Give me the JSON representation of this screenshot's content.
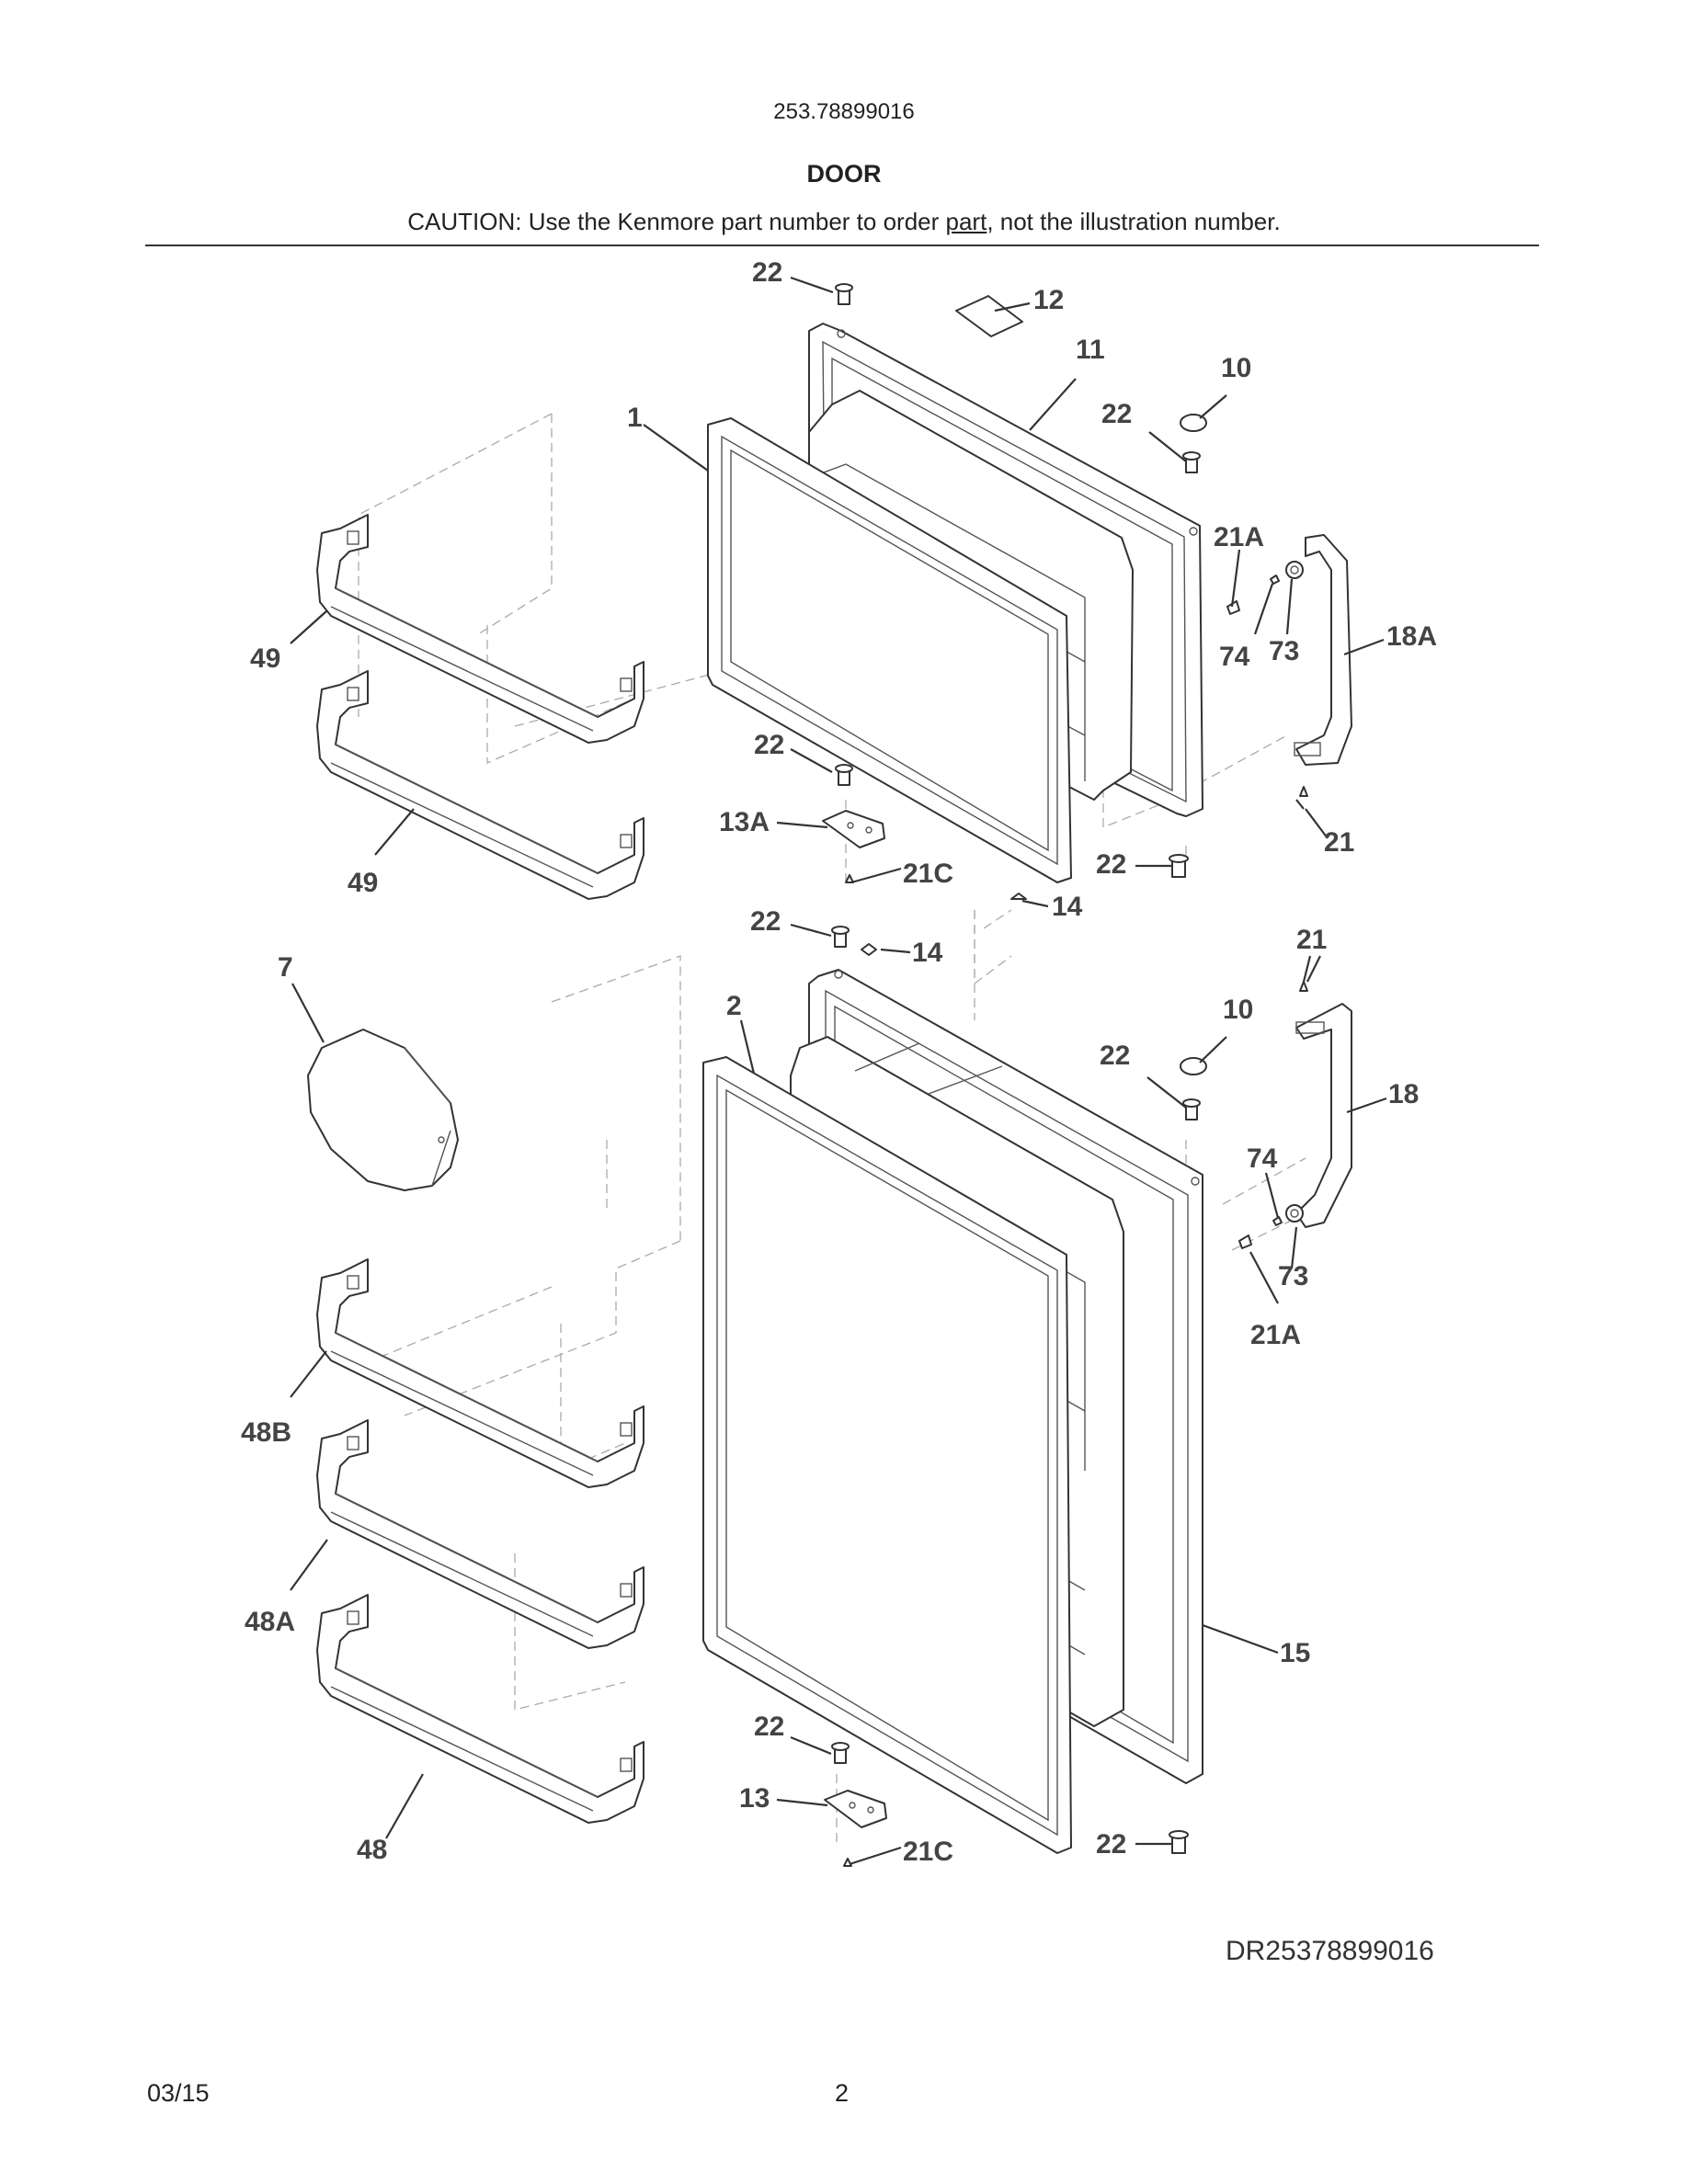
{
  "header": {
    "model_number": "253.78899016",
    "title": "DOOR",
    "caution_prefix": "CAUTION: Use the Kenmore part number to order ",
    "caution_link": "part",
    "caution_suffix": ", not the illustration number."
  },
  "diagram": {
    "code": "DR25378899016",
    "callouts": {
      "c22_top": "22",
      "c12": "12",
      "c11": "11",
      "c10_top": "10",
      "c22_upper_hinge": "22",
      "c1": "1",
      "c21A_top": "21A",
      "c18A": "18A",
      "c74_top": "74",
      "c73_top": "73",
      "c49_upper": "49",
      "c49_lower": "49",
      "c22_mid": "22",
      "c13A": "13A",
      "c21_top": "21",
      "c21C_top": "21C",
      "c22_right_mid": "22",
      "c14_right": "14",
      "c22_center": "22",
      "c14_left": "14",
      "c7": "7",
      "c2": "2",
      "c21_lower": "21",
      "c10_lower": "10",
      "c22_lower_hinge": "22",
      "c18": "18",
      "c74_lower": "74",
      "c73_lower": "73",
      "c21A_lower": "21A",
      "c48B": "48B",
      "c48A": "48A",
      "c15": "15",
      "c22_bottom": "22",
      "c13": "13",
      "c21C_bottom": "21C",
      "c48": "48",
      "c22_bottom_right": "22"
    }
  },
  "footer": {
    "date": "03/15",
    "page": "2"
  }
}
